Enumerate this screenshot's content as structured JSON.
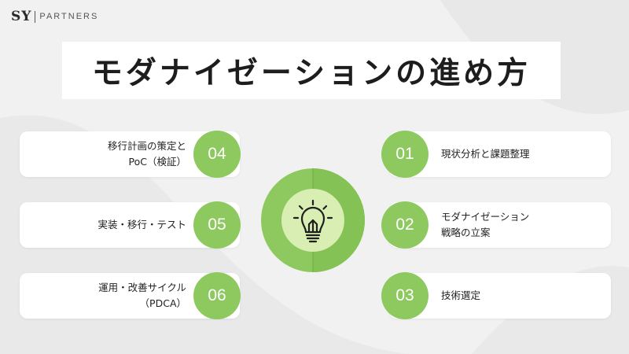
{
  "logo": {
    "mark": "SY",
    "text": "PARTNERS"
  },
  "title": "モダナイゼーションの進め方",
  "steps": {
    "s01": {
      "number": "01",
      "lines": [
        "現状分析と課題整理"
      ]
    },
    "s02": {
      "number": "02",
      "lines": [
        "モダナイゼーション",
        "戦略の立案"
      ]
    },
    "s03": {
      "number": "03",
      "lines": [
        "技術選定"
      ]
    },
    "s04": {
      "number": "04",
      "lines": [
        "移行計画の策定と",
        "PoC（検証）"
      ]
    },
    "s05": {
      "number": "05",
      "lines": [
        "実装・移行・テスト"
      ]
    },
    "s06": {
      "number": "06",
      "lines": [
        "運用・改善サイクル",
        "（PDCA）"
      ]
    }
  },
  "center_icon": "lightbulb-icon",
  "colors": {
    "accent": "#8dc95f",
    "accent_dark": "#77b847",
    "accent_light": "#d8eeb3",
    "text": "#1d1d1d"
  }
}
